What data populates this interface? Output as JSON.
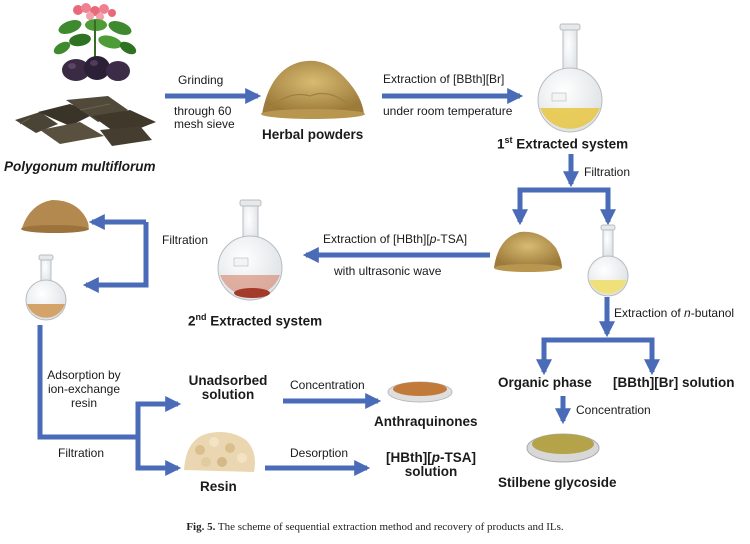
{
  "colors": {
    "arrow": "#4a6bb8",
    "powder": "#c0a05a",
    "powder_dark": "#8c6a2e",
    "extract_yellow": "#e8c84a",
    "extract_red": "#a33a2a",
    "extract_brown": "#d3a36a",
    "resin": "#ead6b0"
  },
  "nodes": {
    "plant": {
      "label": "Polygonum multiflorum"
    },
    "herbal": {
      "label": "Herbal powders"
    },
    "first": {
      "label_prefix": "1",
      "label_sup": "st",
      "label_rest": " Extracted system"
    },
    "second": {
      "label_prefix": "2",
      "label_sup": "nd",
      "label_rest": " Extracted system"
    },
    "organic": {
      "label": "Organic phase"
    },
    "bbth_solution": {
      "label": "[BBth][Br] solution"
    },
    "stilbene": {
      "label": "Stilbene glycoside"
    },
    "unadsorbed": {
      "line1": "Unadsorbed",
      "line2": "solution"
    },
    "anthraquinones": {
      "label": "Anthraquinones"
    },
    "resin": {
      "label": "Resin"
    },
    "hbth_solution": {
      "line1_a": "[HBth][",
      "line1_i": "p",
      "line1_b": "-TSA]",
      "line2": "solution"
    }
  },
  "edges": {
    "grinding": "Grinding",
    "sieve_1": "through 60",
    "sieve_2": "mesh sieve",
    "extraction_bbth": "Extraction of [BBth][Br]",
    "room_temp": "under room temperature",
    "filtration_1": "Filtration",
    "extraction_hbth_a": "Extraction of [HBth][",
    "extraction_hbth_i": "p",
    "extraction_hbth_b": "-TSA]",
    "ultrasonic": "with ultrasonic wave",
    "filtration_2": "Filtration",
    "butanol_a": "Extraction of ",
    "butanol_i": "n",
    "butanol_b": "-butanol",
    "adsorption_1": "Adsorption by",
    "adsorption_2": "ion-exchange",
    "adsorption_3": "resin",
    "filtration_3": "Filtration",
    "concentration_1": "Concentration",
    "concentration_2": "Concentration",
    "desorption": "Desorption"
  },
  "caption": {
    "fig": "Fig. 5.",
    "text": " The scheme of sequential extraction method and recovery of products and ILs."
  }
}
